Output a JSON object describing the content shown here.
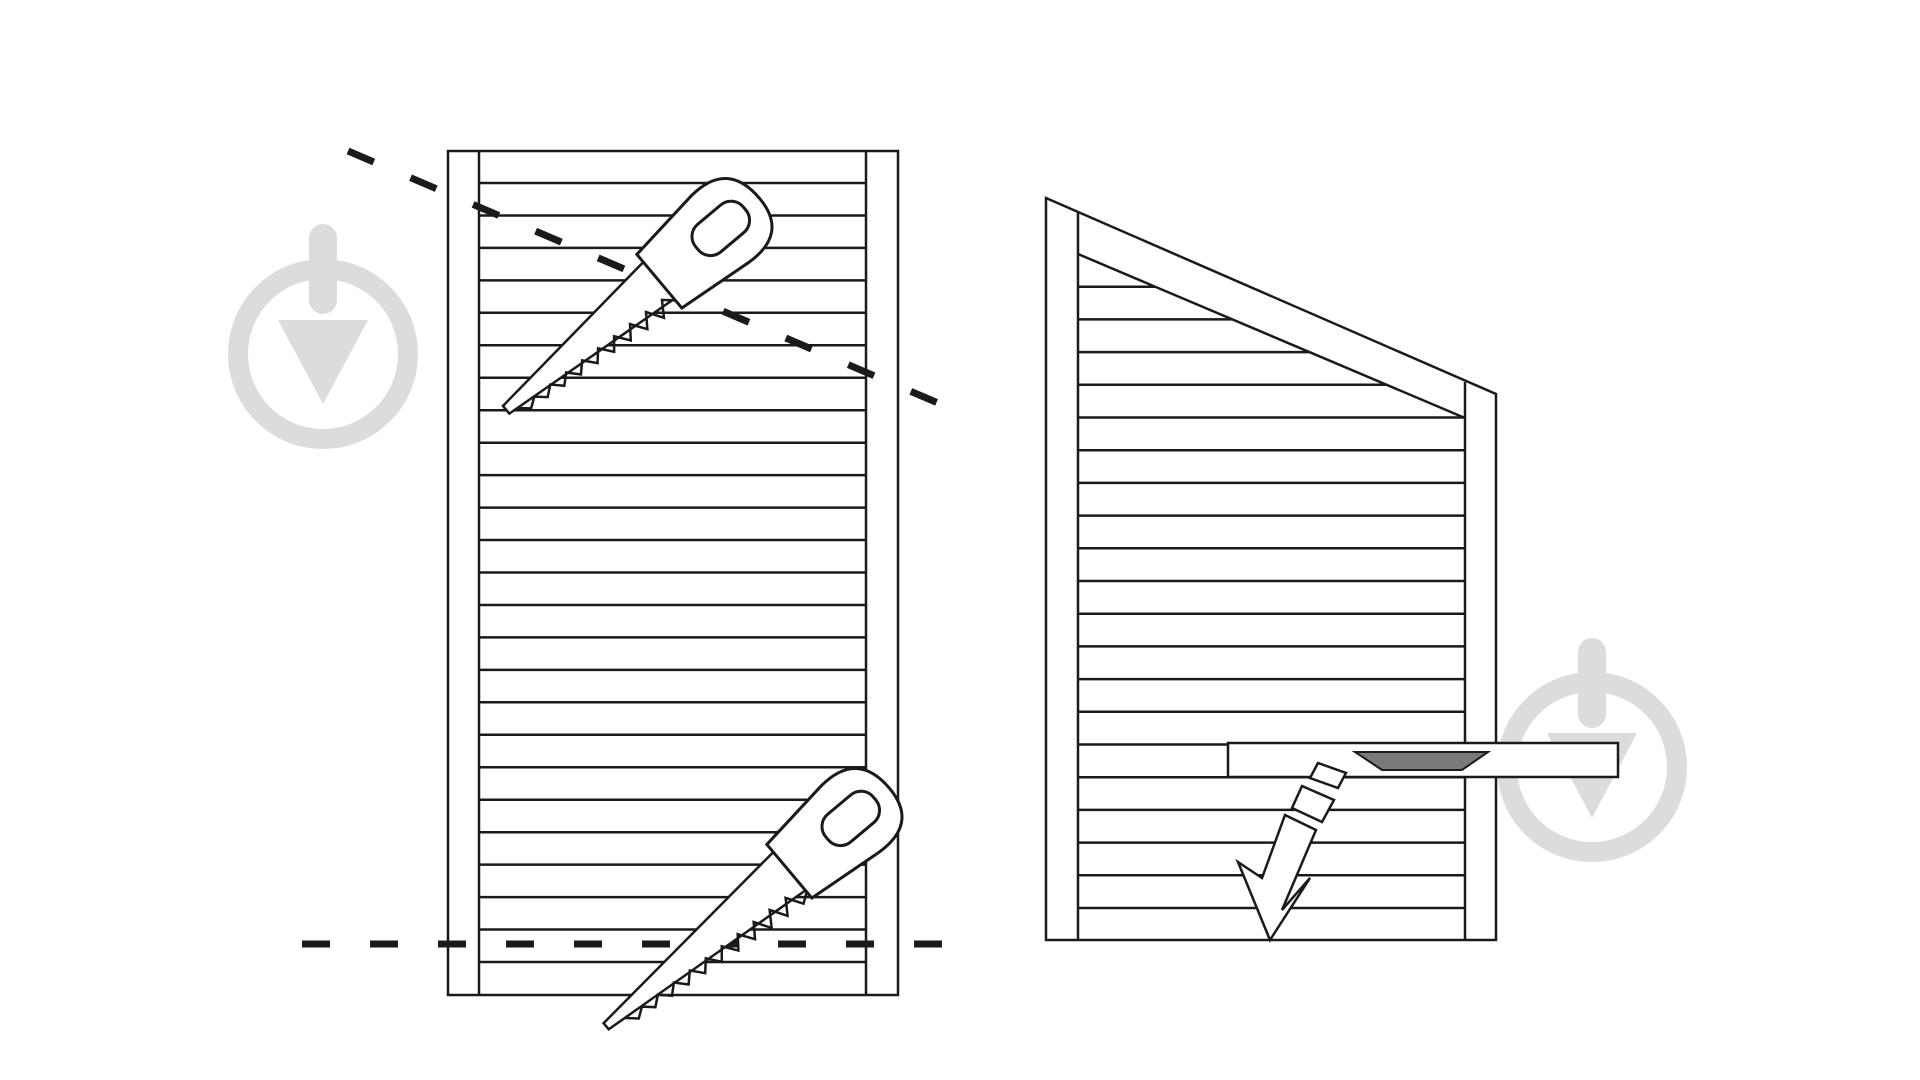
{
  "diagram": {
    "left_panel": {
      "slat_count": 25
    },
    "right_panel": {
      "slat_count": 21
    },
    "cut_lines": [
      "diagonal-top-cut",
      "horizontal-bottom-cut"
    ],
    "icons": [
      "saw-icon",
      "saw-icon",
      "plane-icon",
      "watermark-icon",
      "watermark-icon"
    ]
  },
  "colors": {
    "stroke": "#1a1a1a",
    "watermark": "#dcdcdc",
    "background": "#ffffff",
    "plane_blade": "#7a7a7a"
  }
}
